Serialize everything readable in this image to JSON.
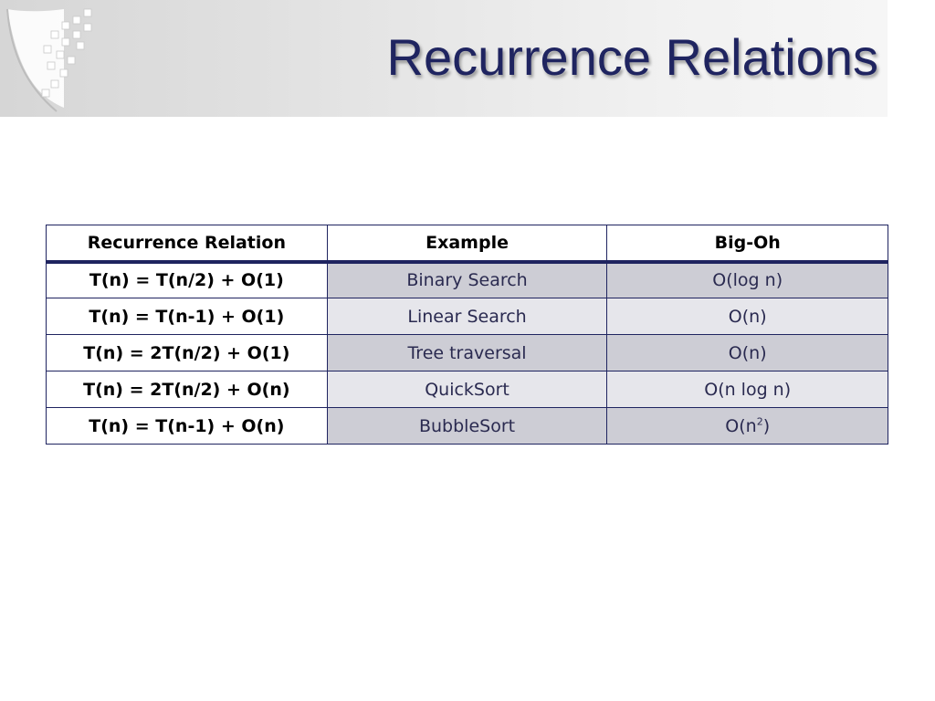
{
  "slide": {
    "title": "Recurrence Relations"
  },
  "table": {
    "headers": [
      "Recurrence Relation",
      "Example",
      "Big-Oh"
    ],
    "rows": [
      {
        "relation": "T(n) = T(n/2) + O(1)",
        "example": "Binary Search",
        "bigoh": "O(log n)"
      },
      {
        "relation": "T(n) = T(n-1) + O(1)",
        "example": "Linear Search",
        "bigoh": "O(n)"
      },
      {
        "relation": "T(n) = 2T(n/2) + O(1)",
        "example": "Tree traversal",
        "bigoh": "O(n)"
      },
      {
        "relation": "T(n) = 2T(n/2) + O(n)",
        "example": "QuickSort",
        "bigoh": "O(n log n)"
      },
      {
        "relation": "T(n) = T(n-1) + O(n)",
        "example": "BubbleSort",
        "bigoh_base": "O(n",
        "bigoh_exp": "2",
        "bigoh_close": ")"
      }
    ]
  },
  "colors": {
    "title": "#1f2460",
    "border": "#1f2460",
    "row_dark": "#cdcdd5",
    "row_light": "#e6e6eb"
  },
  "icons": {
    "logo": "shield-pixel-logo"
  }
}
